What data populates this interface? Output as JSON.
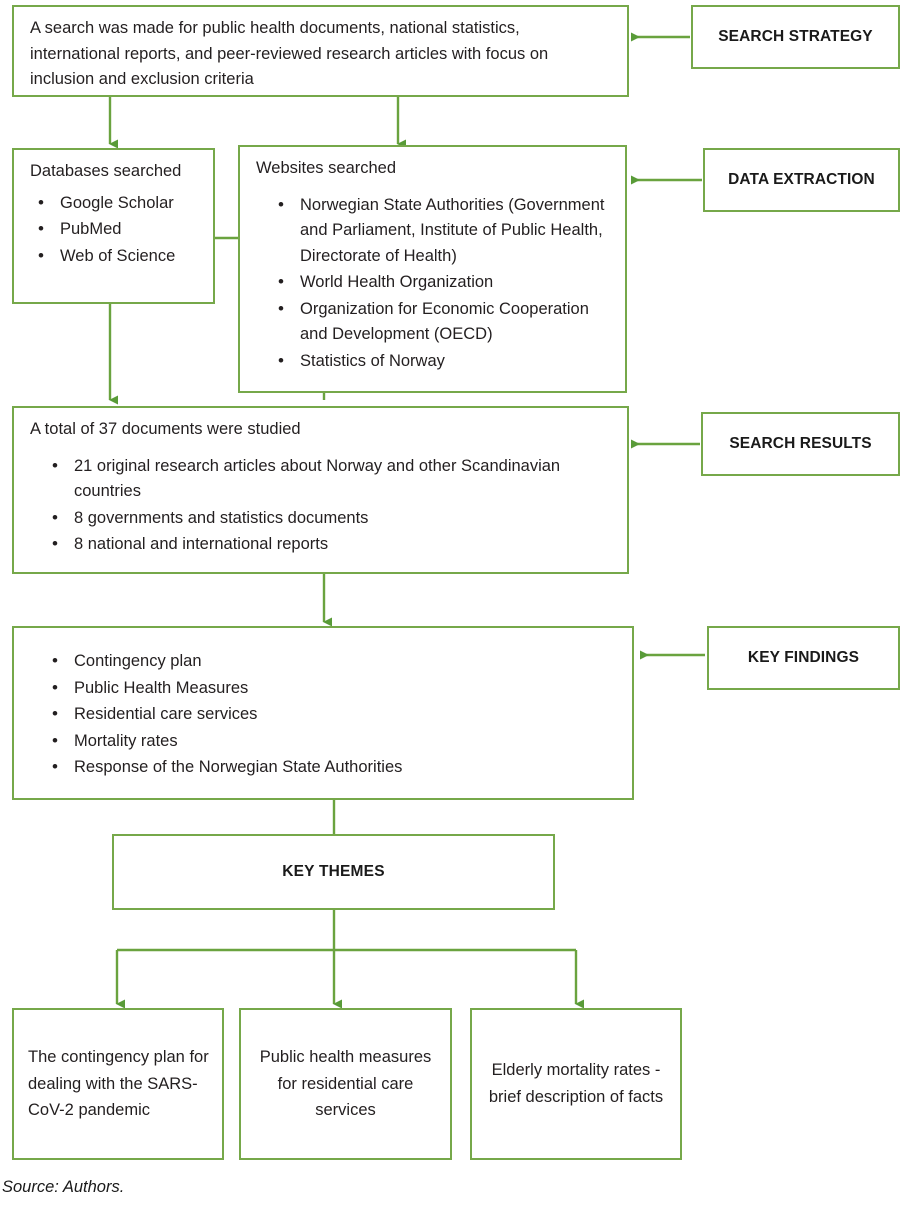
{
  "diagram": {
    "accent_color": "#76a84a",
    "text_color": "#231f20",
    "search_strategy_box": {
      "text": "A search was made for public health documents, national statistics, international reports, and peer-reviewed research articles with focus on inclusion and exclusion criteria"
    },
    "databases_box": {
      "heading": "Databases searched",
      "items": [
        "Google Scholar",
        "PubMed",
        "Web of Science"
      ]
    },
    "websites_box": {
      "heading": "Websites searched",
      "items": [
        "Norwegian State Authorities (Government and Parliament, Institute of Public Health, Directorate of Health)",
        "World Health Organization",
        "Organization for Economic Cooperation and Development (OECD)",
        "Statistics of Norway"
      ]
    },
    "results_box": {
      "heading": "A total of 37 documents were studied",
      "items": [
        "21 original research articles about Norway and other Scandinavian countries",
        "8 governments and statistics documents",
        "8 national and international reports"
      ]
    },
    "findings_box": {
      "items": [
        "Contingency plan",
        "Public Health Measures",
        "Residential care services",
        "Mortality rates",
        "Response of the Norwegian State Authorities"
      ]
    },
    "key_themes_box": {
      "title": "KEY THEMES"
    },
    "theme_boxes": [
      {
        "text": "The contingency plan for dealing with the SARS-CoV-2 pandemic"
      },
      {
        "text": "Public health measures for residential care services"
      },
      {
        "text": "Elderly mortality rates - brief description of facts"
      }
    ],
    "stage_labels": [
      {
        "text": "SEARCH STRATEGY"
      },
      {
        "text": "DATA EXTRACTION"
      },
      {
        "text": "SEARCH RESULTS"
      },
      {
        "text": "KEY FINDINGS"
      }
    ],
    "caption": "Source: Authors."
  }
}
